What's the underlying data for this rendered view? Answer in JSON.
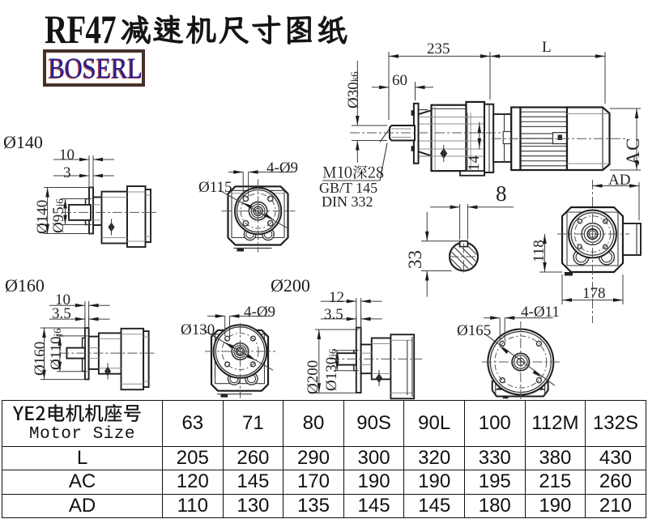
{
  "title": {
    "full": "RF47减速机尺寸图纸",
    "latin": "RF47",
    "cjk": "减速机尺寸图纸"
  },
  "logo": {
    "text": "BOSERL"
  },
  "colors": {
    "logo_text": "#1f1f96",
    "logo_border": "#47302a",
    "accent_red": "#c03a2b",
    "line": "#1e1e1e"
  },
  "main_view": {
    "dims": {
      "overall_235": "235",
      "motor_length": "L",
      "shaft_len_60": "60",
      "shaft_dia": "Ø30",
      "shaft_tol": "k6",
      "offset_14": "14",
      "motor_height": "AC"
    },
    "notes": {
      "tap": "M10深28",
      "std1": "GB/T 145",
      "std2": "DIN 332"
    }
  },
  "shaft_section": {
    "key_width": "8",
    "key_height": "33"
  },
  "rear_view": {
    "dim_118": "118",
    "dim_178": "178",
    "dim_ad": "AD"
  },
  "flange_variants": [
    {
      "label": "Ø140",
      "side": {
        "dim_a": "10",
        "dim_b": "3",
        "flange_dia": "Ø140",
        "pilot_dia": "Ø95",
        "pilot_tol": "j6"
      },
      "front": {
        "holes": "4-Ø9",
        "bolt_circle": "Ø115"
      }
    },
    {
      "label": "Ø160",
      "side": {
        "dim_a": "10",
        "dim_b": "3.5",
        "flange_dia": "Ø160",
        "pilot_dia": "Ø110",
        "pilot_tol": "j6"
      },
      "front": {
        "holes": "4-Ø9",
        "bolt_circle": "Ø130"
      }
    },
    {
      "label": "Ø200",
      "side": {
        "dim_a": "12",
        "dim_b": "3.5",
        "flange_dia": "Ø200",
        "pilot_dia": "Ø130",
        "pilot_tol": "j6"
      },
      "front": {
        "holes": "4-Ø11",
        "bolt_circle": "Ø165"
      }
    }
  ],
  "table": {
    "header": {
      "cjk": "YE2电机机座号",
      "en": "Motor Size"
    },
    "columns": [
      "63",
      "71",
      "80",
      "90S",
      "90L",
      "100",
      "112M",
      "132S"
    ],
    "rows": [
      {
        "label": "L",
        "values": [
          "205",
          "260",
          "290",
          "300",
          "320",
          "330",
          "380",
          "430"
        ]
      },
      {
        "label": "AC",
        "values": [
          "120",
          "145",
          "170",
          "190",
          "190",
          "195",
          "215",
          "260"
        ]
      },
      {
        "label": "AD",
        "values": [
          "110",
          "130",
          "135",
          "145",
          "145",
          "180",
          "190",
          "210"
        ]
      }
    ]
  }
}
